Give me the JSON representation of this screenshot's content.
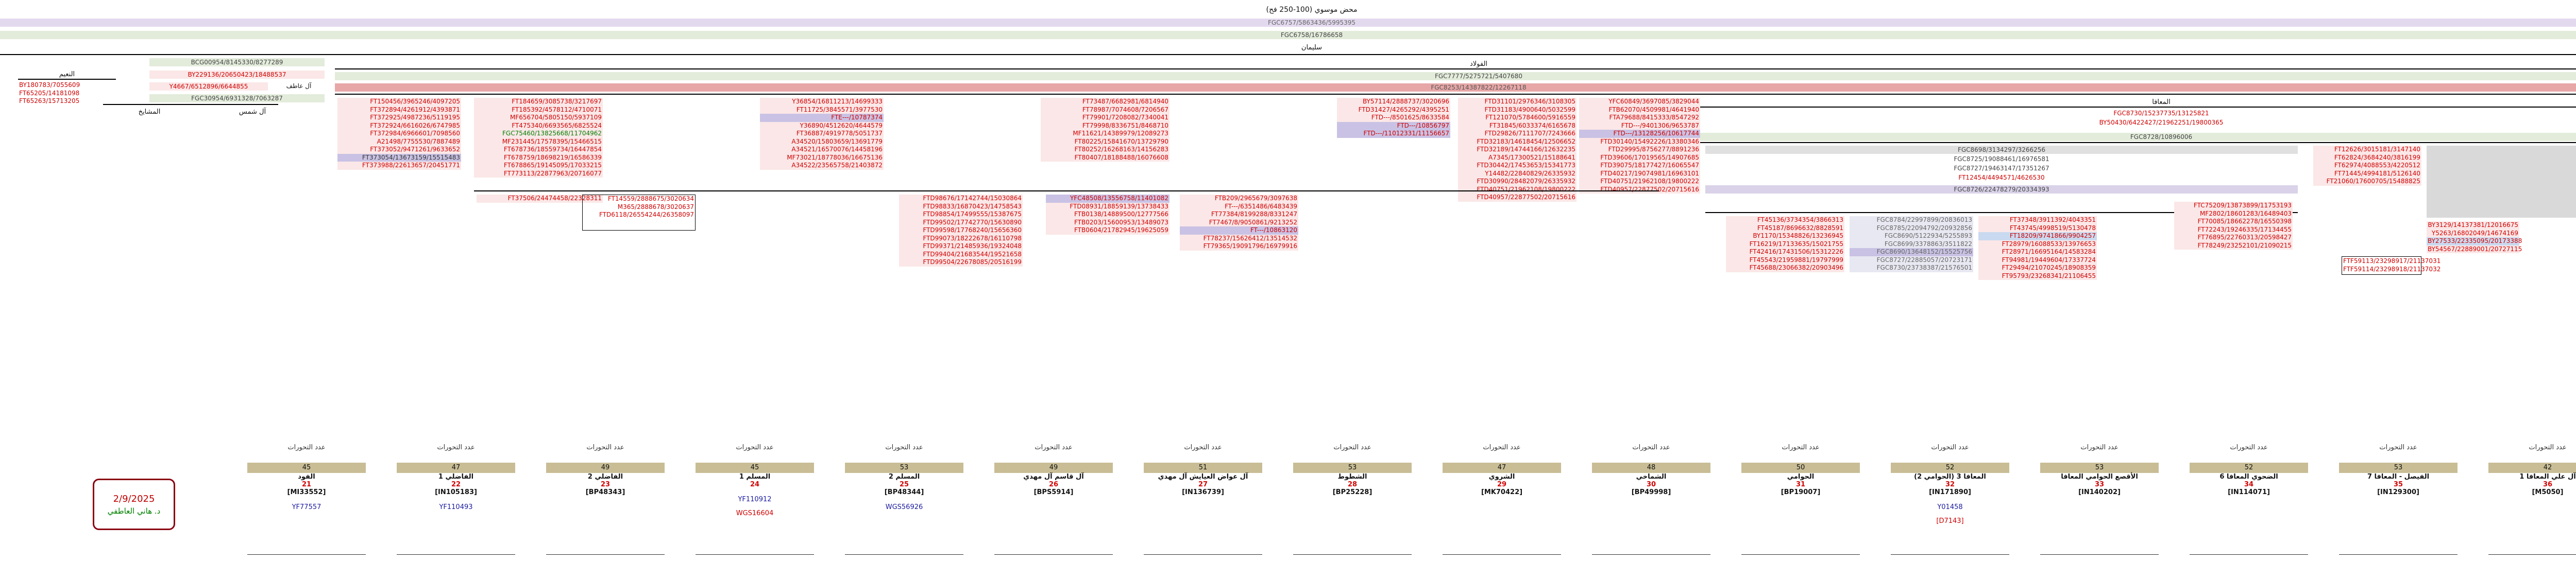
{
  "header": {
    "top_title": "محض موسوي (100-250 فح)",
    "line2": "FGC6757/5863436/5995395",
    "line3": "FGC6758/16786658",
    "line4": "سليمان"
  },
  "left": {
    "top_node": "BCG00954/8145330/8277289",
    "line2": "BY229136/20650423/18488537",
    "label_al_atf": "آل عاطف",
    "label_alnaim": "النعيم",
    "line3": "Y4667/6512896/6644855",
    "alnaim_rows": [
      "BY180783/7055609",
      "FT65205/14181098",
      "FT65263/15713205"
    ],
    "line4": "FGC30954/6931328/7063287",
    "label_al_shams": "آل شمس",
    "label_almashayekh": "المشايخ"
  },
  "main": {
    "title": "الفولاد",
    "line2": "FGC7777/5275721/5407680",
    "line3": "FGC8253/14387822/12267118",
    "right_title": "المعافا",
    "right_l1": "FGC8730/15237735/13125821",
    "right_l2": "BY50430/6422427/21962251/19800365",
    "right_l3": "FGC8728/10896006",
    "sub_right_l1": "FGC8698/3134297/3266256",
    "sub_right_l2": "FGC8725/19088461/16976581",
    "sub_right_l3": "FGC8727/19463147/17351267",
    "sub_right_l4": "FT12454/4494571/4626530",
    "sub_right_l5": "FGC8726/22478279/20334393"
  },
  "columns": [
    {
      "rows": [
        "FT150456/3965246/4097205",
        "FT372894/4261912/4393871",
        "FT372925/4987236/5119195",
        "FT372924/6616026/6747985",
        "FT372984/6966601/7098560",
        "A21498/7755530/7887489",
        "FT373052/9471261/9633652",
        "FT373054/13673159/15515483",
        "FT373988/22613657/20451771"
      ]
    },
    {
      "rows": [
        "FT184659/3085738/3217697",
        "FT185392/4578112/4710071",
        "MF656704/5805150/5937109",
        "FT475340/6693565/6825524",
        "FGC75460/13825668/11704962",
        "MF231445/17578395/15466515",
        "FT678736/18559734/16447854",
        "FT678759/18698219/16586339",
        "FT678865/19145095/17033215",
        "FT773113/22877963/20716077"
      ]
    },
    {
      "rows": [
        "Y36854/16811213/14699333",
        "FT11725/3845571/3977530",
        "FTE---/10787374",
        "Y36890/4512620/4644579",
        "FT36887/4919778/5051737",
        "A34520/15803659/13691779",
        "A34521/16570076/14458196",
        "MF73021/18778036/16675136",
        "A34522/23565758/21403872"
      ]
    },
    {
      "rows": [
        "FT73487/6682981/6814940",
        "FT78987/7074608/7206567",
        "FT79901/7208082/7340041",
        "FT79998/8336751/8468710",
        "MF11621/14389979/12089273",
        "FT80225/15841670/13729790",
        "FT80252/16268163/14156283",
        "FT80407/18188488/16076608"
      ]
    },
    {
      "rows": [
        "BY57114/2888737/3020696",
        "FTD31427/4265292/4395251",
        "FTD---/8501625/8633584",
        "FTD---/10856797",
        "FTD---/11012331/11156657"
      ]
    },
    {
      "rows": [
        "FTD31101/2976346/3108305",
        "FTD31183/4900640/5032599",
        "FT121070/5784600/5916559",
        "FT31845/6033374/6165678",
        "FTD29826/7111707/7243666",
        "FTD32183/14618454/12506652",
        "FTD32189/14744166/12632235",
        "A7345/17300521/15188641",
        "FTD30442/17453653/15341773",
        "Y14482/22840829/26335932",
        "FTD30990/28482079/26335932",
        "FTD40751/21962108/19800222",
        "FTD40957/22877502/20715616"
      ]
    },
    {
      "rows": [
        "YFC60849/3697085/3829044",
        "FTB62070/4509981/4641940",
        "FTA79688/8415333/8547292",
        "FTD---/9401306/9653787",
        "FTD---/13128256/10617744",
        "FTD30140/15492226/13380346",
        "FTD29995/8756277/8891236",
        "FTD39606/17019565/14907685",
        "FTD39075/18177427/16065547",
        "FTD40217/19074981/16963101",
        "FTD40751/21962108/19800222",
        "FTD40957/22877502/20715616"
      ]
    }
  ],
  "col8": {
    "rows": [
      "FT12626/3015181/3147140",
      "FT62824/3684240/3816199",
      "FT62974/4088553/4220512",
      "FT71445/4994181/5126140",
      "FT21060/17600705/15488825"
    ]
  },
  "bottom_ranges": {
    "a": [
      "FTF59113/23298917/21137031",
      "FTF59114/23298918/21137032"
    ],
    "b": [
      "BY3129/14137381/12016675",
      "Y5263/16802049/14674169",
      "BY27533/22335095/20173388",
      "BY54567/22889001/20727115"
    ]
  },
  "sub_cols": {
    "s1": [
      "FT37506/24474458/22328311"
    ],
    "s2": [
      "FT14559/2888675/3020634",
      "M365/2888678/3020637",
      "FTD6118/26554244/26358097"
    ],
    "s3": [
      "FTD98676/17142744/15030864",
      "FTD98833/16870423/14758543",
      "FTD98854/17499555/15387675",
      "FTD99502/17742770/15630890",
      "FTD99598/17768240/15656360",
      "FTD99073/18222678/16110798",
      "FTD99371/21485936/19324048",
      "FTD99404/21683544/19521658",
      "FTD99504/22678085/20516199"
    ],
    "s4": [
      "YFC48508/13556758/11401082",
      "FTD08931/18859139/13738433",
      "FTB0138/14889500/12777566",
      "FTB0203/15600953/13489073",
      "FTB0604/21782945/19625059"
    ],
    "s5": [
      "FTB209/2965679/3097638",
      "FT---/6351486/6483439",
      "FT77384/8199288/8331247",
      "FT7467/8/9050861/9213252",
      "FT---/10863120",
      "FT78237/15626412/13514532",
      "FT79365/19091796/16979916"
    ],
    "s6": [
      "FTC75209/13873899/11753193",
      "MF2802/18601283/16489403",
      "FT70085/18662278/16550398",
      "FT72243/19246335/17134455",
      "FT76895/22760313/20598427",
      "FT78249/23252101/21090215"
    ],
    "s7": [
      "FT37348/3911392/4043351",
      "FT43745/4998519/5130478",
      "FT18209/9741866/9904257",
      "FT28979/16088533/13976653",
      "FT28971/16695164/14583284",
      "FT94981/19449604/17337724",
      "FT29494/21070245/18908359",
      "FT95793/23268341/21106455"
    ],
    "s8": [
      "FT45136/3734354/3866313",
      "FT45187/8696632/8828591",
      "BY1170/15348826/13236945",
      "FT16219/17133635/15021755",
      "FT42416/17431506/15312226",
      "FT45543/21959881/19797999",
      "FT45688/23066382/20903496"
    ],
    "s9": [
      "FGC8784/22997899/20836013",
      "FGC8785/22094792/20932856",
      "FGC8690/5122934/5255893",
      "FGC8699/3378863/3511822",
      "FGC8690/13648152/15525756",
      "FGC8727/22885057/20723171",
      "FGC8730/23738387/21576501"
    ]
  },
  "branches": [
    {
      "title": "عدد التحورات",
      "num": "42",
      "name": "آل علي المعافا 1",
      "idx": "36",
      "code": "[M5050]",
      "extra": ""
    },
    {
      "title": "عدد التحورات",
      "num": "53",
      "name": "الفيصل - المعافا 7",
      "idx": "35",
      "code": "[IN129300]",
      "extra": ""
    },
    {
      "title": "عدد التحورات",
      "num": "52",
      "name": "الضحوي المعافا 6",
      "idx": "34",
      "code": "[IN114071]",
      "extra": ""
    },
    {
      "title": "عدد التحورات",
      "num": "53",
      "name": "الأقصع الحوامي المعافا",
      "idx": "33",
      "code": "[IN140202]",
      "extra": ""
    },
    {
      "title": "عدد التحورات",
      "num": "52",
      "name": "المعافا 3 (الحوامي 2)",
      "idx": "32",
      "code": "[IN171890]",
      "extra": "Y01458",
      "extra2": "[D7143]"
    },
    {
      "title": "عدد التحورات",
      "num": "50",
      "name": "الحوامي",
      "idx": "31",
      "code": "[BP19007]",
      "extra": ""
    },
    {
      "title": "عدد التحورات",
      "num": "48",
      "name": "الشماخي",
      "idx": "30",
      "code": "[BP49998]",
      "extra": ""
    },
    {
      "title": "عدد التحورات",
      "num": "47",
      "name": "الشروي",
      "idx": "29",
      "code": "[MK70422]",
      "extra": ""
    },
    {
      "title": "عدد التحورات",
      "num": "53",
      "name": "الشطوط",
      "idx": "28",
      "code": "[BP25228]",
      "extra": ""
    },
    {
      "title": "عدد التحورات",
      "num": "51",
      "name": "آل عواض العيايش آل مهدي",
      "idx": "27",
      "code": "[IN136739]",
      "extra": ""
    },
    {
      "title": "عدد التحورات",
      "num": "49",
      "name": "آل قاسم آل مهدي",
      "idx": "26",
      "code": "[BPS5914]",
      "extra": ""
    },
    {
      "title": "عدد التحورات",
      "num": "53",
      "name": "المسلم 2",
      "idx": "25",
      "code": "[BP48344]",
      "extra": "WGS56926"
    },
    {
      "title": "عدد التحورات",
      "num": "45",
      "name": "المسلم 1",
      "idx": "24",
      "code": "",
      "extra": "YF110912",
      "extra2": "WGS16604"
    },
    {
      "title": "عدد التحورات",
      "num": "49",
      "name": "الفاضلي 2",
      "idx": "23",
      "code": "[BP48343]",
      "extra": ""
    },
    {
      "title": "عدد التحورات",
      "num": "47",
      "name": "الفاضلي 1",
      "idx": "22",
      "code": "[IN105183]",
      "extra": "YF110493"
    },
    {
      "title": "عدد التحورات",
      "num": "45",
      "name": "الفود",
      "idx": "21",
      "code": "[MI33552]",
      "extra": "YF77557"
    }
  ],
  "stamp": {
    "date": "2/9/2025",
    "name": "د. هاني العاطفي"
  }
}
